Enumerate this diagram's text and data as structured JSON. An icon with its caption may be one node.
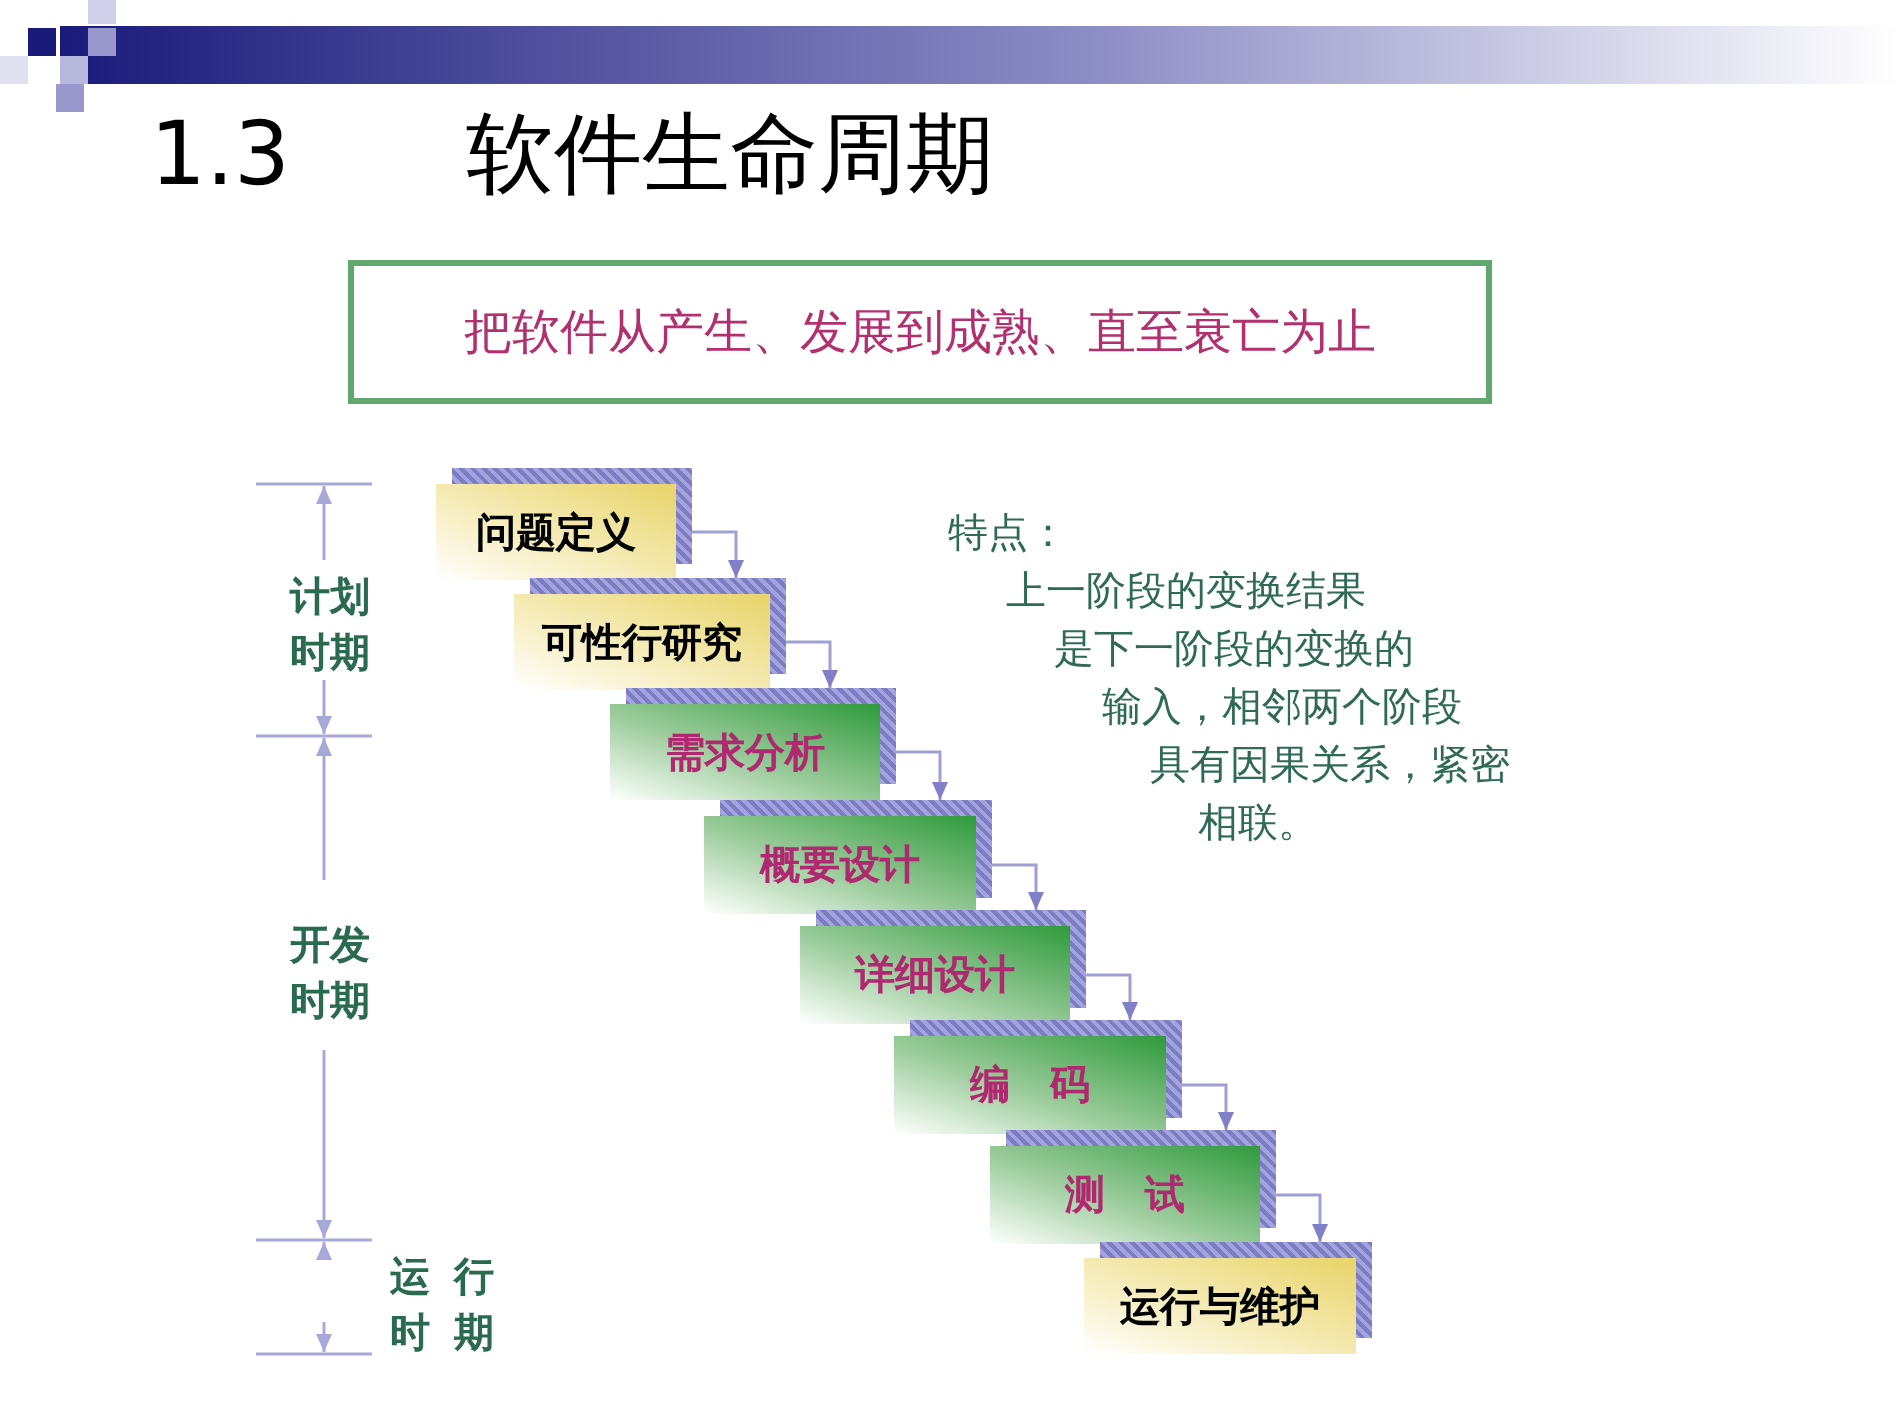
{
  "diagram": {
    "title": "1.3　　软件生命周期",
    "nodes": [
      {
        "text": [
          "把软件从产生、发展到成熟、直至衰亡为止"
        ]
      },
      {
        "text": [
          "问题定义"
        ]
      },
      {
        "text": [
          "可性行研究"
        ]
      },
      {
        "text": [
          "需求分析"
        ]
      },
      {
        "text": [
          "概要设计"
        ]
      },
      {
        "text": [
          "详细设计"
        ]
      },
      {
        "text": [
          "编　码"
        ]
      },
      {
        "text": [
          "测　试"
        ]
      },
      {
        "text": [
          "运行与维护"
        ]
      }
    ],
    "edges": [
      {
        "from": 1,
        "to": 2,
        "arrow": "to"
      },
      {
        "from": 2,
        "to": 3,
        "arrow": "to"
      },
      {
        "from": 3,
        "to": 4,
        "arrow": "to"
      },
      {
        "from": 4,
        "to": 5,
        "arrow": "to"
      },
      {
        "from": 5,
        "to": 6,
        "arrow": "to"
      },
      {
        "from": 6,
        "to": 7,
        "arrow": "to"
      },
      {
        "from": 7,
        "to": 8,
        "arrow": "to"
      }
    ],
    "labels": [
      "计划时期",
      "开发时期",
      "运行时期",
      "特点：",
      "上一阶段的变换结果是下一阶段的变换的输入，相邻两个阶段具有因果关系，紧密相联。"
    ]
  }
}
